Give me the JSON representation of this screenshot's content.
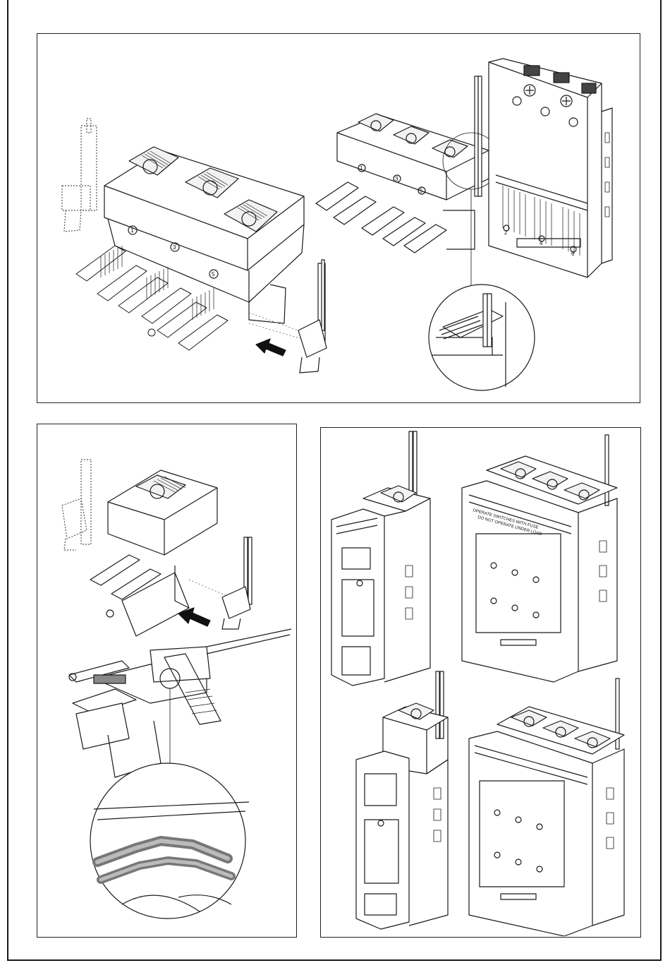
{
  "panels": {
    "top": {
      "pole_markers": [
        "1",
        "3",
        "5"
      ],
      "right_pole_markers": [
        "1",
        "3",
        "5"
      ],
      "base_markers": [
        "2",
        "4",
        "6"
      ]
    },
    "bottom_right": {
      "cover_text_line1": "OPERATE SWITCHES WITH FUSE",
      "cover_text_line2": "DO NOT OPERATE UNDER LOAD"
    }
  },
  "colors": {
    "line": "#1a1a1a",
    "shade": "#9a9a9a",
    "light_shade": "#d8d8d8",
    "arrow": "#111111"
  }
}
